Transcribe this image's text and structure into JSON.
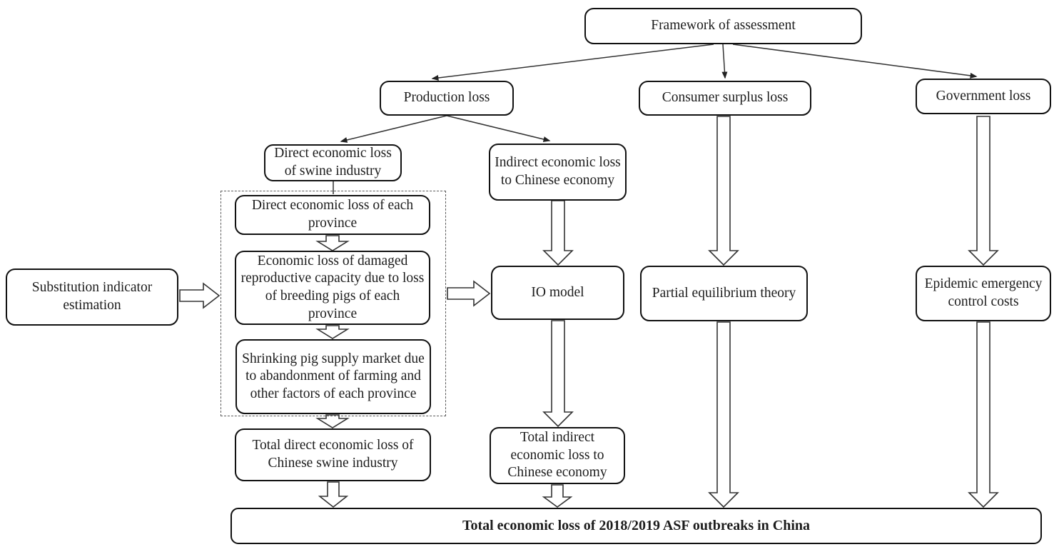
{
  "diagram": {
    "nodes": {
      "framework": "Framework of assessment",
      "production_loss": "Production loss",
      "consumer_surplus_loss": "Consumer surplus loss",
      "government_loss": "Government loss",
      "direct_swine": "Direct economic loss of swine industry",
      "indirect_chinese": "Indirect economic loss to Chinese economy",
      "province_direct": "Direct economic loss of each province",
      "province_reproductive": "Economic loss of damaged reproductive capacity due to loss of breeding pigs of each province",
      "province_supply": "Shrinking pig supply market due to abandonment of farming and other factors of each province",
      "substitution": "Substitution indicator estimation",
      "io_model": "IO model",
      "partial_equilibrium": "Partial equilibrium theory",
      "epidemic_costs": "Epidemic emergency control costs",
      "total_direct": "Total direct economic loss of Chinese swine industry",
      "total_indirect": "Total indirect economic loss to Chinese economy",
      "total_loss": "Total economic loss of 2018/2019 ASF outbreaks in China"
    },
    "edges": [
      {
        "from": "framework",
        "to": "production_loss",
        "style": "thin-arrow"
      },
      {
        "from": "framework",
        "to": "consumer_surplus_loss",
        "style": "thin-arrow"
      },
      {
        "from": "framework",
        "to": "government_loss",
        "style": "thin-arrow"
      },
      {
        "from": "production_loss",
        "to": "direct_swine",
        "style": "thin-arrow"
      },
      {
        "from": "production_loss",
        "to": "indirect_chinese",
        "style": "thin-arrow"
      },
      {
        "from": "direct_swine",
        "to": "province_direct",
        "style": "plain-line"
      },
      {
        "from": "province_direct",
        "to": "province_reproductive",
        "style": "hollow-arrow"
      },
      {
        "from": "province_reproductive",
        "to": "province_supply",
        "style": "hollow-arrow"
      },
      {
        "from": "province_supply",
        "to": "total_direct",
        "style": "hollow-arrow"
      },
      {
        "from": "total_direct",
        "to": "total_loss",
        "style": "hollow-arrow"
      },
      {
        "from": "substitution",
        "to": "province_group",
        "style": "hollow-arrow"
      },
      {
        "from": "province_group",
        "to": "io_model",
        "style": "hollow-arrow"
      },
      {
        "from": "indirect_chinese",
        "to": "io_model",
        "style": "hollow-arrow"
      },
      {
        "from": "io_model",
        "to": "total_indirect",
        "style": "hollow-arrow"
      },
      {
        "from": "total_indirect",
        "to": "total_loss",
        "style": "hollow-arrow"
      },
      {
        "from": "consumer_surplus_loss",
        "to": "partial_equilibrium",
        "style": "hollow-arrow"
      },
      {
        "from": "partial_equilibrium",
        "to": "total_loss",
        "style": "hollow-arrow"
      },
      {
        "from": "government_loss",
        "to": "epidemic_costs",
        "style": "hollow-arrow"
      },
      {
        "from": "epidemic_costs",
        "to": "total_loss",
        "style": "hollow-arrow"
      }
    ],
    "colors": {
      "background": "#ffffff",
      "box_fill": "#ffffff",
      "box_border": "#111111",
      "text": "#1c1c1c",
      "dashed_border": "#5a5a5a",
      "connector": "#333333"
    }
  }
}
